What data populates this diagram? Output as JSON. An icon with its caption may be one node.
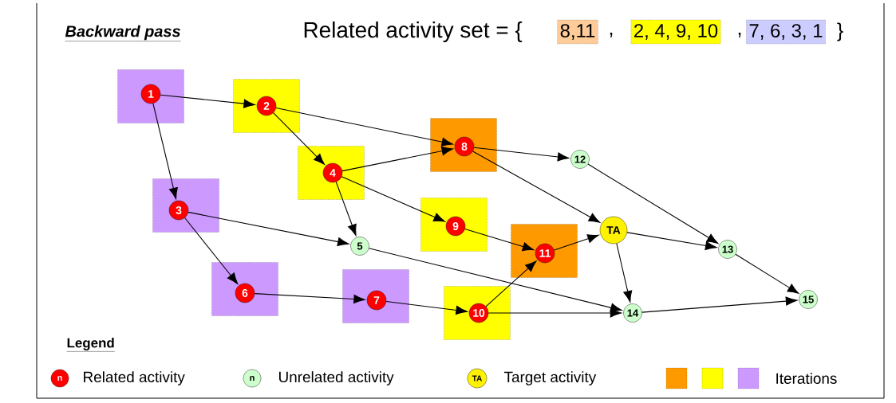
{
  "diagram": {
    "title": "Backward pass",
    "nodes": [
      {
        "text": [
          "8,11"
        ]
      },
      {
        "text": [
          "2, 4, 9, 10"
        ]
      },
      {
        "text": [
          "7, 6, 3, 1"
        ]
      },
      {
        "text": [],
        "shape": "box"
      },
      {
        "text": [
          "1"
        ],
        "in": 3
      },
      {
        "text": [],
        "shape": "box"
      },
      {
        "text": [
          "2"
        ],
        "in": 5
      },
      {
        "text": [],
        "shape": "box"
      },
      {
        "text": [
          "8"
        ],
        "in": 7
      },
      {
        "text": [
          "12"
        ]
      },
      {
        "text": [],
        "shape": "box"
      },
      {
        "text": [
          "4"
        ],
        "in": 10
      },
      {
        "text": [],
        "shape": "box"
      },
      {
        "text": [
          "3"
        ],
        "in": 12
      },
      {
        "text": [],
        "shape": "box"
      },
      {
        "text": [
          "9"
        ],
        "in": 14
      },
      {
        "text": [
          "TA"
        ]
      },
      {
        "text": [
          "5"
        ]
      },
      {
        "text": [],
        "shape": "box"
      },
      {
        "text": [
          "11"
        ],
        "in": 18
      },
      {
        "text": [
          "13"
        ]
      },
      {
        "text": [],
        "shape": "box"
      },
      {
        "text": [
          "6"
        ],
        "in": 21
      },
      {
        "text": [],
        "shape": "box"
      },
      {
        "text": [
          "7"
        ],
        "in": 23
      },
      {
        "text": [],
        "shape": "box"
      },
      {
        "text": [
          "10"
        ],
        "in": 25
      },
      {
        "text": [
          "14"
        ]
      },
      {
        "text": [
          "15"
        ]
      }
    ],
    "edges": [
      {
        "from": 4,
        "to": 6,
        "arrow": "to"
      },
      {
        "from": 4,
        "to": 13,
        "arrow": "to"
      },
      {
        "from": 6,
        "to": 11,
        "arrow": "to"
      },
      {
        "from": 6,
        "to": 8,
        "arrow": "to"
      },
      {
        "from": 11,
        "to": 8,
        "arrow": "to"
      },
      {
        "from": 11,
        "to": 17,
        "arrow": "to"
      },
      {
        "from": 11,
        "to": 15,
        "arrow": "to"
      },
      {
        "from": 13,
        "to": 17,
        "arrow": "to"
      },
      {
        "from": 13,
        "to": 22,
        "arrow": "to"
      },
      {
        "from": 22,
        "to": 24,
        "arrow": "to"
      },
      {
        "from": 24,
        "to": 26,
        "arrow": "to"
      },
      {
        "from": 26,
        "to": 19,
        "arrow": "to"
      },
      {
        "from": 26,
        "to": 27,
        "arrow": "to"
      },
      {
        "from": 15,
        "to": 19,
        "arrow": "to"
      },
      {
        "from": 19,
        "to": 16,
        "arrow": "to"
      },
      {
        "from": 8,
        "to": 9,
        "arrow": "to"
      },
      {
        "from": 8,
        "to": 16,
        "arrow": "to"
      },
      {
        "from": 9,
        "to": 20,
        "arrow": "to"
      },
      {
        "from": 16,
        "to": 20,
        "arrow": "to"
      },
      {
        "from": 16,
        "to": 27,
        "arrow": "to"
      },
      {
        "from": 17,
        "to": 27,
        "arrow": "to"
      },
      {
        "from": 20,
        "to": 28,
        "arrow": "to"
      },
      {
        "from": 27,
        "to": 28,
        "arrow": "to"
      }
    ],
    "labels": [
      "Related activity set = {",
      ",",
      ",",
      "}",
      "Legend",
      "n",
      "n",
      "TA"
    ],
    "legend": [
      {
        "text": "Related activity"
      },
      {
        "text": "Unrelated activity"
      },
      {
        "text": "Target activity"
      },
      {
        "text": "Iterations",
        "color": "#ff9900"
      }
    ]
  }
}
